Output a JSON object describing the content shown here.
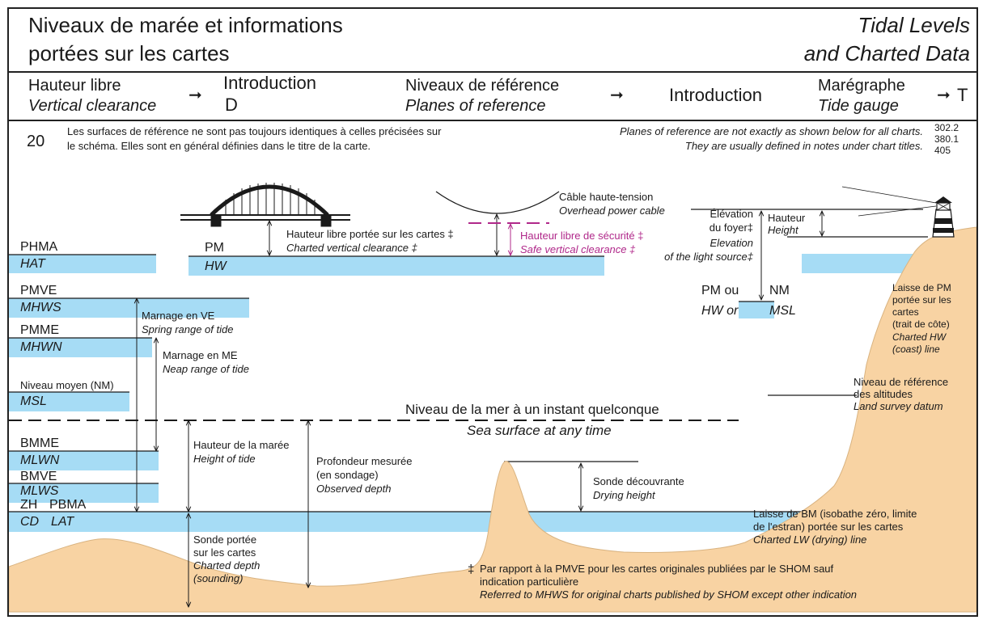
{
  "header": {
    "title_fr_1": "Niveaux de marée et informations",
    "title_fr_2": "portées sur les cartes",
    "title_en_1": "Tidal Levels",
    "title_en_2": "and Charted Data"
  },
  "xref": {
    "a_fr": "Hauteur libre",
    "a_en": "Vertical clearance",
    "a_target_1": "Introduction",
    "a_target_2": "D",
    "b_fr": "Niveaux de référence",
    "b_en": "Planes of reference",
    "b_target": "Introduction",
    "c_fr": "Marégraphe",
    "c_en": "Tide gauge",
    "c_target": "T",
    "arrow": "➞"
  },
  "note": {
    "number": "20",
    "fr_1": "Les surfaces de référence ne sont pas toujours identiques à celles précisées sur",
    "fr_2": "le schéma. Elles sont en général définies dans le titre de la carte.",
    "en_1": "Planes of reference are not exactly as shown below for all charts.",
    "en_2": "They are usually defined in notes under chart titles.",
    "refs": [
      "302.2",
      "380.1",
      "405"
    ]
  },
  "levels": {
    "phma": "PHMA",
    "hat": "HAT",
    "pmve": "PMVE",
    "mhws": "MHWS",
    "pmme": "PMME",
    "mhwn": "MHWN",
    "nm": "Niveau moyen (NM)",
    "msl": "MSL",
    "bmme": "BMME",
    "mlwn": "MLWN",
    "bmve": "BMVE",
    "mlws": "MLWS",
    "zh": "ZH",
    "pbma": "PBMA",
    "cd": "CD",
    "lat": "LAT",
    "pm": "PM",
    "hw": "HW"
  },
  "ranges": {
    "spring_fr": "Marnage en VE",
    "spring_en": "Spring range of tide",
    "neap_fr": "Marnage en ME",
    "neap_en": "Neap range of tide"
  },
  "bridge": {
    "clear_fr": "Hauteur libre portée sur les cartes ‡",
    "clear_en": "Charted vertical clearance ‡",
    "safe_fr": "Hauteur libre de sécurité ‡",
    "safe_en": "Safe vertical clearance ‡"
  },
  "cable": {
    "fr": "Câble haute-tension",
    "en": "Overhead power cable"
  },
  "light": {
    "elev_fr_1": "Élévation",
    "elev_fr_2": "du foyer‡",
    "elev_en_1": "Elevation",
    "elev_en_2": "of the light source‡",
    "height_fr": "Hauteur",
    "height_en": "Height",
    "pm_ou": "PM ou",
    "nm": "NM",
    "hw_or": "HW or",
    "msl": "MSL"
  },
  "coast": {
    "fr_1": "Laisse de PM",
    "fr_2": "portée sur les",
    "fr_3": "cartes",
    "fr_4": "(trait de côte)",
    "en_1": "Charted HW",
    "en_2": "(coast) line"
  },
  "datum": {
    "fr_1": "Niveau de référence",
    "fr_2": "des altitudes",
    "en": "Land survey datum"
  },
  "sea": {
    "fr": "Niveau de la mer à un instant quelconque",
    "en": "Sea surface at any time"
  },
  "tide": {
    "fr": "Hauteur de la marée",
    "en": "Height of tide"
  },
  "observed": {
    "fr_1": "Profondeur mesurée",
    "fr_2": "(en sondage)",
    "en": "Observed depth"
  },
  "drying": {
    "fr": "Sonde découvrante",
    "en": "Drying height"
  },
  "charted_depth": {
    "fr_1": "Sonde portée",
    "fr_2": "sur les cartes",
    "en_1": "Charted depth",
    "en_2": "(sounding)"
  },
  "lw_line": {
    "fr_1": "Laisse de BM (isobathe zéro, limite",
    "fr_2": "de l'estran) portée sur les cartes",
    "en": "Charted LW (drying) line"
  },
  "footnote": {
    "mark": "‡",
    "fr_1": "Par rapport à la PMVE pour les cartes originales publiées par le SHOM sauf",
    "fr_2": "indication particulière",
    "en": "Referred to MHWS for original charts published by SHOM except other indication"
  },
  "colors": {
    "water": "#a6dcf5",
    "land": "#f8d3a3",
    "magenta": "#b0288a",
    "ink": "#1a1a1a"
  }
}
